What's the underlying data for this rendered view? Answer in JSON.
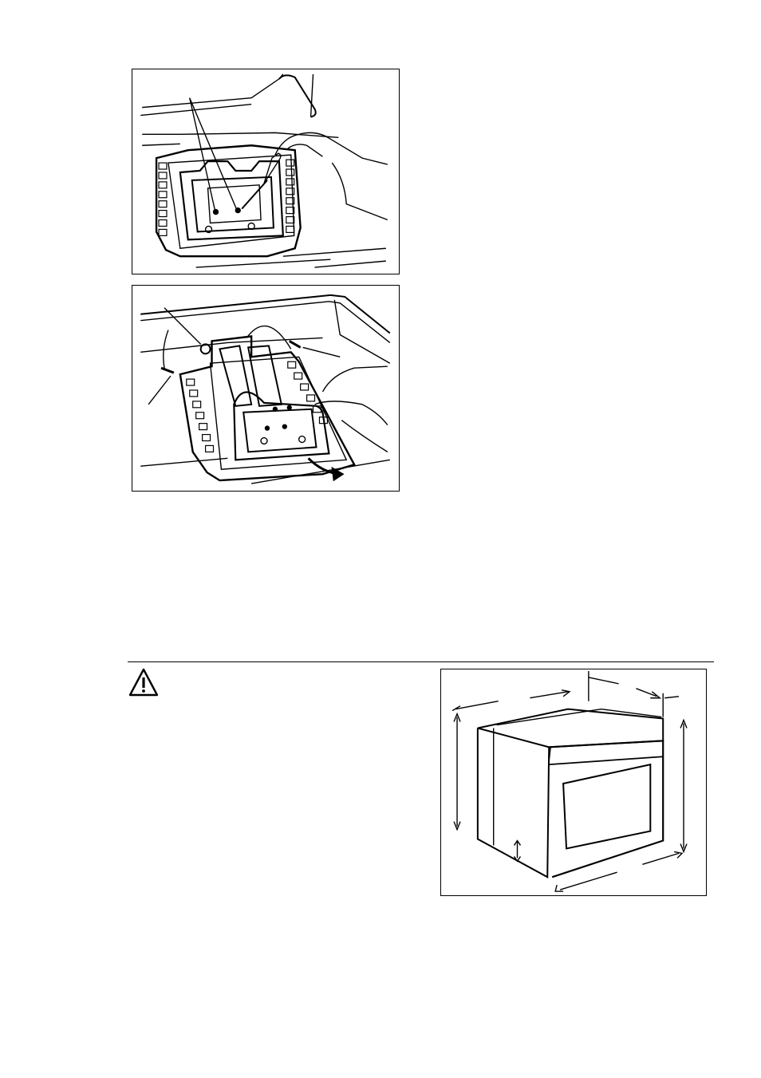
{
  "figures": [
    {
      "id": "fig-top",
      "icon": "grill-element-screw-removal-illustration"
    },
    {
      "id": "fig-mid",
      "icon": "grill-element-lowering-illustration"
    },
    {
      "id": "fig-oven",
      "icon": "oven-dimensions-illustration"
    }
  ],
  "warning": {
    "icon": "warning-triangle-icon"
  },
  "colors": {
    "line": "#000000",
    "background": "#ffffff"
  }
}
